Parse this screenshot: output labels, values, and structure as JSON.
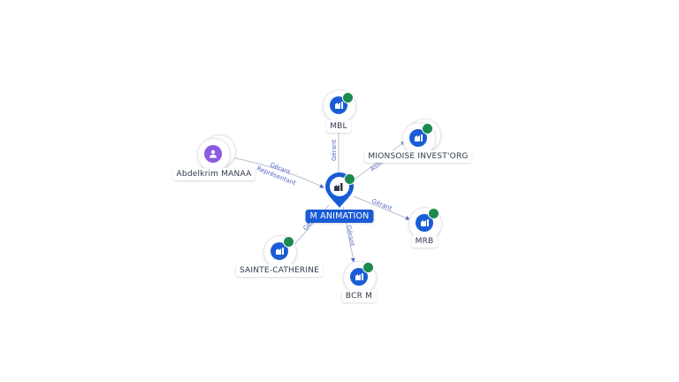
{
  "center": {
    "label": "M ANIMATION",
    "icon": "company-icon",
    "verified": true
  },
  "nodes": [
    {
      "id": "mbl",
      "label": "MBL",
      "type": "company",
      "verified": true,
      "edge_label": "Gérant"
    },
    {
      "id": "mionsoise",
      "label": "MIONSOISE INVEST'ORG",
      "type": "company",
      "verified": true,
      "edge_label": "Associé"
    },
    {
      "id": "abdelkrim",
      "label": "Abdelkrim MANAA",
      "type": "person",
      "verified": false,
      "edge_label": "Gérant",
      "edge_label_2": "Représentant"
    },
    {
      "id": "mrb",
      "label": "MRB",
      "type": "company",
      "verified": true,
      "edge_label": "Gérant"
    },
    {
      "id": "sainte",
      "label": "SAINTE-CATHERINE",
      "type": "company",
      "verified": true,
      "edge_label": "Gérant"
    },
    {
      "id": "bcrm",
      "label": "BCR M",
      "type": "company",
      "verified": true,
      "edge_label": "Gérant"
    }
  ],
  "colors": {
    "company": "#1a5cd6",
    "person": "#8b5ce0",
    "verified": "#1b8a4e",
    "edge": "#b8c0cf",
    "edge_label": "#5668c8"
  }
}
